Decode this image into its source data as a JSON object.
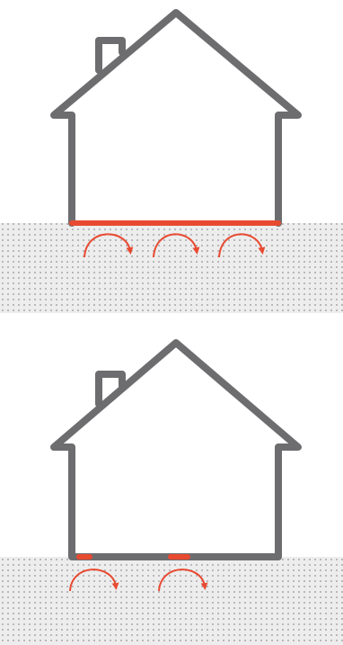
{
  "colors": {
    "outline": "#6d6d70",
    "heat": "#e84a31",
    "ground_bg": "#ededed",
    "ground_dot": "#a9a9ad"
  },
  "diagrams": [
    {
      "id": "full-floor-heat-loss",
      "heat_strip": "full-floor",
      "arrow_count": 3
    },
    {
      "id": "edge-heat-loss",
      "heat_strip": "two-segments",
      "arrow_count": 2
    }
  ]
}
